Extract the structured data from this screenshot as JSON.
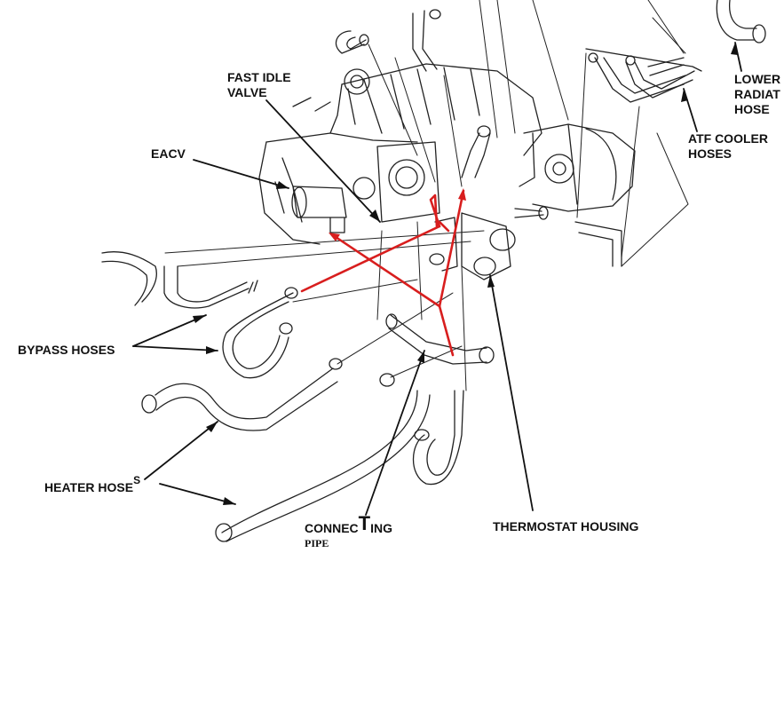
{
  "labels": {
    "fast_idle_valve_line1": "FAST IDLE",
    "fast_idle_valve_line2": "VALVE",
    "eacv": "EACV",
    "bypass_hoses": "BYPASS HOSES",
    "heater_hoses": "HEATER HOSE",
    "heater_hoses_sup": "S",
    "connecting_pipe_a": "CONNEC",
    "connecting_pipe_t": "T",
    "connecting_pipe_b": "ING",
    "connecting_pipe_line2": "PIPE",
    "thermostat_housing": "THERMOSTAT HOUSING",
    "atf_cooler_line1": "ATF COOLER",
    "atf_cooler_line2": "HOSES",
    "lower_radiator_line1": "LOWER",
    "lower_radiator_line2": "RADIAT",
    "lower_radiator_line3": "HOSE"
  },
  "colors": {
    "ink": "#111111",
    "annotation_red": "#d81e1e"
  }
}
